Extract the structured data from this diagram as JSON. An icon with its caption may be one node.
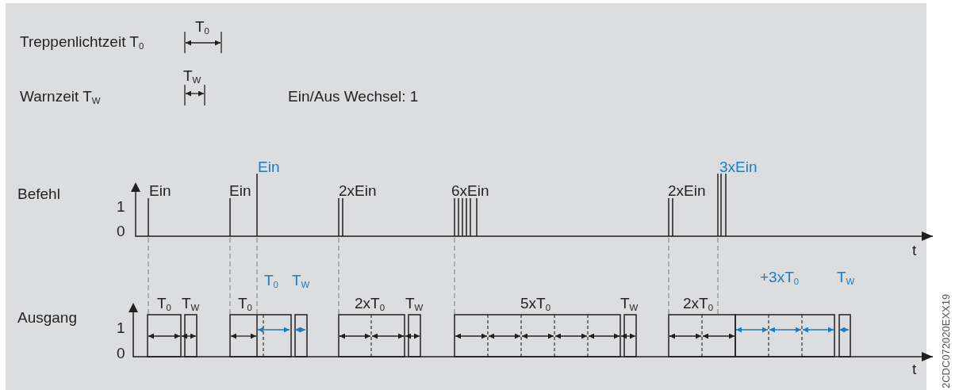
{
  "diagram": {
    "labels": [
      "Treppenlichtzeit T$_{0}$",
      "T$_{0}$",
      "T$_{W}$",
      "Warnzeit T$_{W}$",
      "Ein/Aus Wechsel: 1",
      "Ein",
      "3xEin",
      "Befehl",
      "Ein",
      "Ein",
      "2xEin",
      "6xEin",
      "2xEin",
      "1",
      "0",
      "t",
      "T$_{0}$",
      "T$_{W}$",
      "+3xT$_{0}$",
      "T$_{W}$",
      "T$_{0}$",
      "T$_{W}$",
      "T$_{0}$",
      "2xT$_{0}$",
      "T$_{W}$",
      "5xT$_{0}$",
      "T$_{W}$",
      "2xT$_{0}$",
      "Ausgang",
      "1",
      "0",
      "t",
      "2CDC072020EXX19"
    ]
  }
}
